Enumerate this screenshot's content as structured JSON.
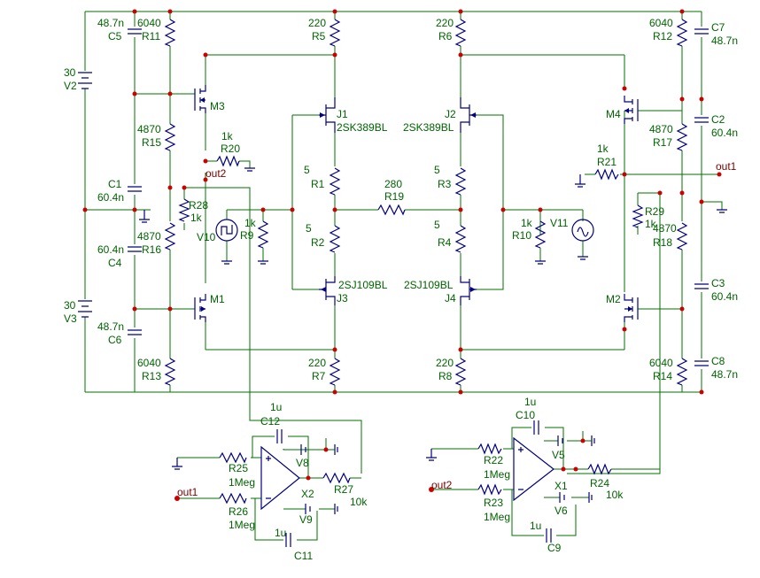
{
  "nets": {
    "out1": "out1",
    "out2": "out2"
  },
  "caps": {
    "C1": {
      "ref": "C1",
      "value": "60.4n"
    },
    "C2": {
      "ref": "C2",
      "value": "60.4n"
    },
    "C3": {
      "ref": "C3",
      "value": "60.4n"
    },
    "C4": {
      "ref": "C4",
      "value": "60.4n"
    },
    "C5": {
      "ref": "C5",
      "value": "48.7n"
    },
    "C6": {
      "ref": "C6",
      "value": "48.7n"
    },
    "C7": {
      "ref": "C7",
      "value": "48.7n"
    },
    "C8": {
      "ref": "C8",
      "value": "48.7n"
    },
    "C9": {
      "ref": "C9",
      "value": "1u"
    },
    "C10": {
      "ref": "C10",
      "value": "1u"
    },
    "C11": {
      "ref": "C11",
      "value": "1u"
    },
    "C12": {
      "ref": "C12",
      "value": "1u"
    }
  },
  "resistors": {
    "R1": {
      "ref": "R1",
      "value": "5"
    },
    "R2": {
      "ref": "R2",
      "value": "5"
    },
    "R3": {
      "ref": "R3",
      "value": "5"
    },
    "R4": {
      "ref": "R4",
      "value": "5"
    },
    "R5": {
      "ref": "R5",
      "value": "220"
    },
    "R6": {
      "ref": "R6",
      "value": "220"
    },
    "R7": {
      "ref": "R7",
      "value": "220"
    },
    "R8": {
      "ref": "R8",
      "value": "220"
    },
    "R9": {
      "ref": "R9",
      "value": "1k"
    },
    "R10": {
      "ref": "R10",
      "value": "1k"
    },
    "R11": {
      "ref": "R11",
      "value": "6040"
    },
    "R12": {
      "ref": "R12",
      "value": "6040"
    },
    "R13": {
      "ref": "R13",
      "value": "6040"
    },
    "R14": {
      "ref": "R14",
      "value": "6040"
    },
    "R15": {
      "ref": "R15",
      "value": "4870"
    },
    "R16": {
      "ref": "R16",
      "value": "4870"
    },
    "R17": {
      "ref": "R17",
      "value": "4870"
    },
    "R18": {
      "ref": "R18",
      "value": "4870"
    },
    "R19": {
      "ref": "R19",
      "value": "280"
    },
    "R20": {
      "ref": "R20",
      "value": "1k"
    },
    "R21": {
      "ref": "R21",
      "value": "1k"
    },
    "R22": {
      "ref": "R22",
      "value": "1Meg"
    },
    "R23": {
      "ref": "R23",
      "value": "1Meg"
    },
    "R24": {
      "ref": "R24",
      "value": "10k"
    },
    "R25": {
      "ref": "R25",
      "value": "1Meg"
    },
    "R26": {
      "ref": "R26",
      "value": "1Meg"
    },
    "R27": {
      "ref": "R27",
      "value": "10k"
    },
    "R28": {
      "ref": "R28",
      "value": "1k"
    },
    "R29": {
      "ref": "R29",
      "value": "1k"
    }
  },
  "sources": {
    "V2": {
      "ref": "V2",
      "value": "30"
    },
    "V3": {
      "ref": "V3",
      "value": "30"
    },
    "V5": {
      "ref": "V5"
    },
    "V6": {
      "ref": "V6"
    },
    "V8": {
      "ref": "V8"
    },
    "V9": {
      "ref": "V9"
    },
    "V10": {
      "ref": "V10"
    },
    "V11": {
      "ref": "V11"
    }
  },
  "transistors": {
    "J1": {
      "ref": "J1",
      "model": "2SK389BL"
    },
    "J2": {
      "ref": "J2",
      "model": "2SK389BL"
    },
    "J3": {
      "ref": "J3",
      "model": "2SJ109BL"
    },
    "J4": {
      "ref": "J4",
      "model": "2SJ109BL"
    },
    "M1": {
      "ref": "M1"
    },
    "M2": {
      "ref": "M2"
    },
    "M3": {
      "ref": "M3"
    },
    "M4": {
      "ref": "M4"
    }
  },
  "opamps": {
    "X1": {
      "ref": "X1"
    },
    "X2": {
      "ref": "X2"
    }
  },
  "colors": {
    "wire": "#007000",
    "component": "#000080",
    "node": "#cc0000",
    "label": "#006400"
  }
}
